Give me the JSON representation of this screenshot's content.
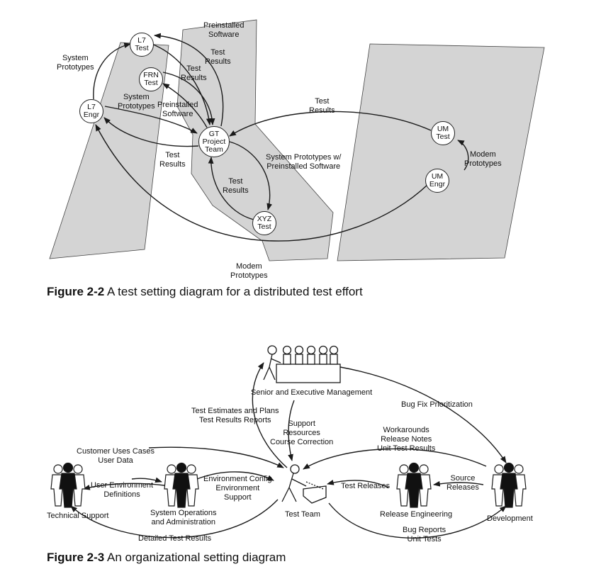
{
  "figure_2_2": {
    "caption_number": "Figure 2-2",
    "caption_text": " A test setting diagram for a distributed test effort",
    "nodes": {
      "l7_test": "L7\nTest",
      "frn_test": "FRN\nTest",
      "l7_engr": "L7\nEngr",
      "gt_team": "GT\nProject\nTeam",
      "xyz_test": "XYZ\nTest",
      "um_test": "UM\nTest",
      "um_engr": "UM\nEngr"
    },
    "labels": {
      "system_prototypes_top": "System\nPrototypes",
      "preinstalled_software_top": "Preinstalled\nSoftware",
      "test_results_a": "Test\nResults",
      "test_results_b": "Test\nResults",
      "system_prototypes_mid": "System\nPrototypes",
      "preinstalled_software_mid": "Preinstalled\nSoftware",
      "test_results_c": "Test\nResults",
      "test_results_um": "Test\nResults",
      "system_prototypes_w": "System Prototypes w/\nPreinstalled Software",
      "test_results_xyz": "Test\nResults",
      "modem_prototypes_right": "Modem\nPrototypes",
      "modem_prototypes_bottom": "Modem\nPrototypes"
    }
  },
  "figure_2_3": {
    "caption_number": "Figure 2-3",
    "caption_text": " An organizational setting diagram",
    "groups": {
      "senior_mgmt": "Senior and Executive Management",
      "technical_support": "Technical Support",
      "system_ops": "System Operations\nand Administration",
      "test_team": "Test Team",
      "release_eng": "Release Engineering",
      "development": "Development"
    },
    "flows": {
      "test_estimates": "Test Estimates and Plans\nTest Results Reports",
      "support_resources": "Support\nResources\nCourse Correction",
      "bug_fix": "Bug Fix Prioritization",
      "customer_uses": "Customer Uses Cases\nUser Data",
      "user_env": "User Environment\nDefinitions",
      "env_config": "Environment Config\nEnvironment\nSupport",
      "workarounds": "Workarounds\nRelease Notes\nUnit Test Results",
      "test_releases": "Test Releases",
      "source_releases": "Source\nReleases",
      "detailed_results": "Detailed Test Results",
      "bug_reports": "Bug Reports\nUnit Tests"
    }
  },
  "colors": {
    "region_fill": "#d4d4d4",
    "stroke": "#1a1a1a"
  }
}
